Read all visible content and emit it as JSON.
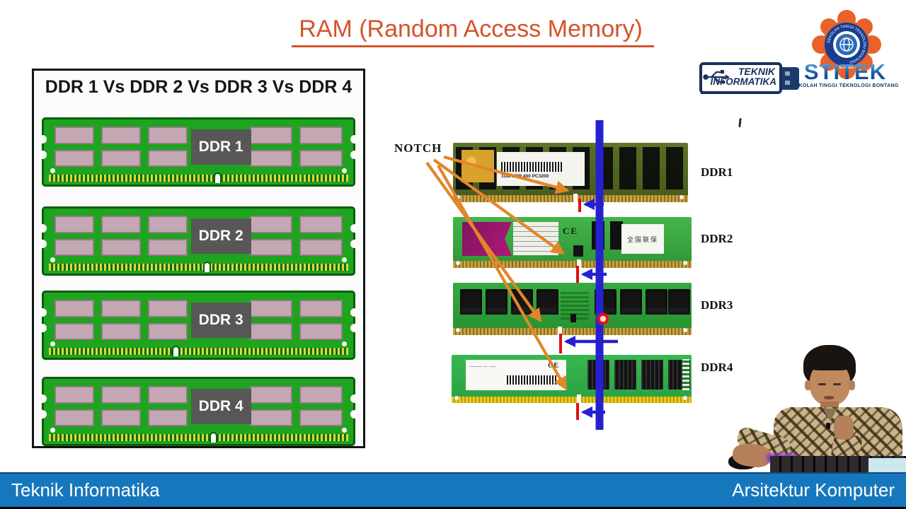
{
  "page": {
    "title": "RAM (Random Access Memory)"
  },
  "logos": {
    "teknik_badge": {
      "line1": "TEKNIK",
      "line2": "INFORMATIKA"
    },
    "stitek": {
      "wordmark": "STITEK",
      "tagline": "SEKOLAH TINGGI TEKNOLOGI BONTANG",
      "emblem_ring_text": "SEKOLAH TINGGI TEKNOLOGI BONTANG",
      "emblem_ring_bottom": "STITEK"
    }
  },
  "left_figure": {
    "title": "DDR 1 Vs DDR 2 Vs DDR 3 Vs DDR 4",
    "modules": [
      {
        "label": "DDR 1"
      },
      {
        "label": "DDR 2"
      },
      {
        "label": "DDR 3"
      },
      {
        "label": "DDR 4"
      }
    ]
  },
  "right_figure": {
    "notch_label": "NOTCH",
    "module_labels": [
      "DDR1",
      "DDR2",
      "DDR3",
      "DDR4"
    ],
    "ddr1_sticker_text": "1GB DDR 400 PC3200",
    "ddr2_ce_mark": "CE",
    "ddr2_warranty_sticker": "全国联保",
    "ddr4_ce_mark": "CE"
  },
  "footer": {
    "left": "Teknik Informatika",
    "right": "Arsitektur Komputer"
  },
  "colors": {
    "accent_orange": "#d4532a",
    "footer_blue": "#1777bd",
    "arrow_orange": "#e2862a",
    "guide_line_blue": "#2621ce",
    "tick_red": "#dd1111",
    "module_green": "#1ea41e"
  }
}
